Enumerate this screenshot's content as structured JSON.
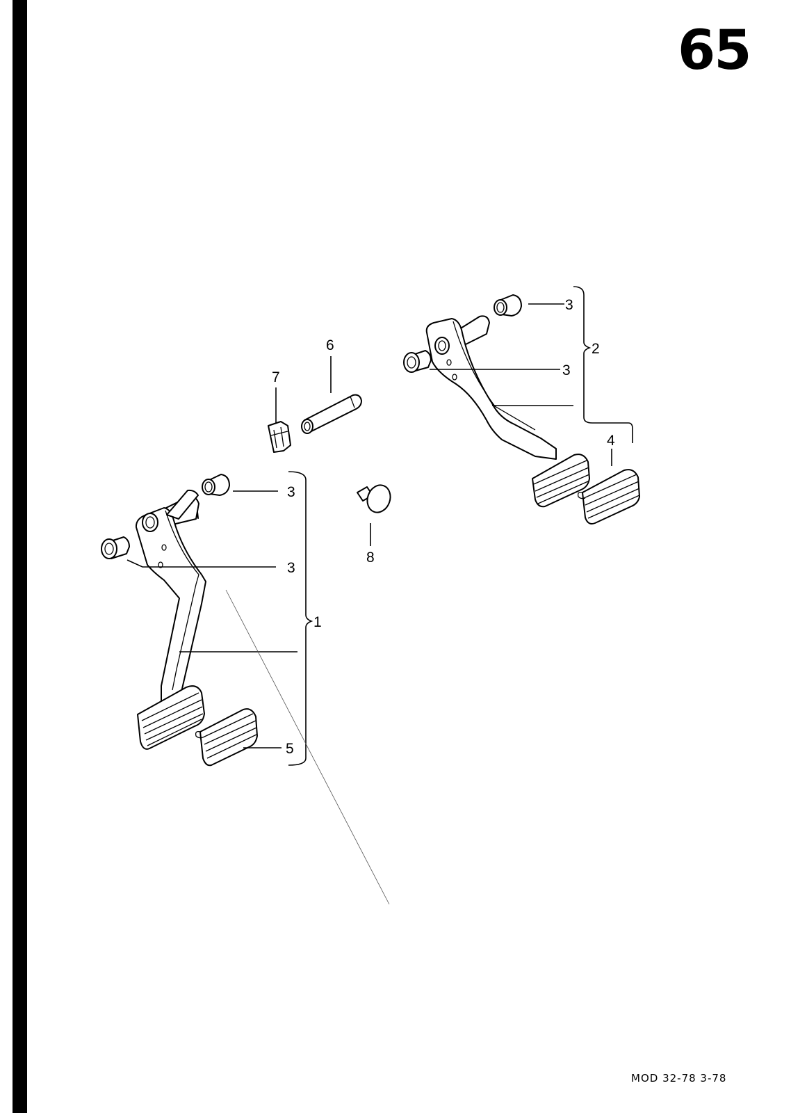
{
  "page_number": "65",
  "footer": "MOD 32-78   3-78",
  "callouts": {
    "left_bushing_top": "3",
    "left_bushing_lower": "3",
    "left_pedal_assembly": "1",
    "left_pedal_pad": "5",
    "right_bushing_top": "3",
    "right_pedal_assembly": "2",
    "right_bushing_lower": "3",
    "right_pedal_pad": "4",
    "pivot_pin": "6",
    "retaining_clip": "7",
    "plug": "8"
  }
}
